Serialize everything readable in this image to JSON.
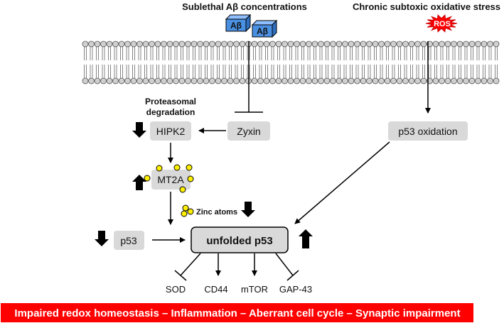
{
  "top_labels": {
    "abeta": "Sublethal Aβ concentrations",
    "ros_stress": "Chronic subtoxic oxidative stress"
  },
  "abeta_box": "Aβ",
  "ros_badge": "ROS",
  "proteasomal": [
    "Proteasomal",
    "degradation"
  ],
  "nodes": {
    "hipk2": "HIPK2",
    "zyxin": "Zyxin",
    "p53_oxidation": "p53 oxidation",
    "mt2a": "MT2A",
    "p53": "p53",
    "unfolded_p53": "unfolded p53"
  },
  "zinc_label": "Zinc atoms",
  "targets": [
    "SOD",
    "CD44",
    "mTOR",
    "GAP-43"
  ],
  "banner": "Impaired redox homeostasis – Inflammation – Aberrant cell cycle – Synaptic impairment",
  "colors": {
    "node_fill": "#d9d9d9",
    "abeta_fill": "#4a90e2",
    "abeta_top": "#8fbfff",
    "ros_fill": "#ff0000",
    "banner_fill": "#ff0000",
    "zinc_fill": "#ffef00",
    "membrane_head": "#d0d0d0"
  }
}
